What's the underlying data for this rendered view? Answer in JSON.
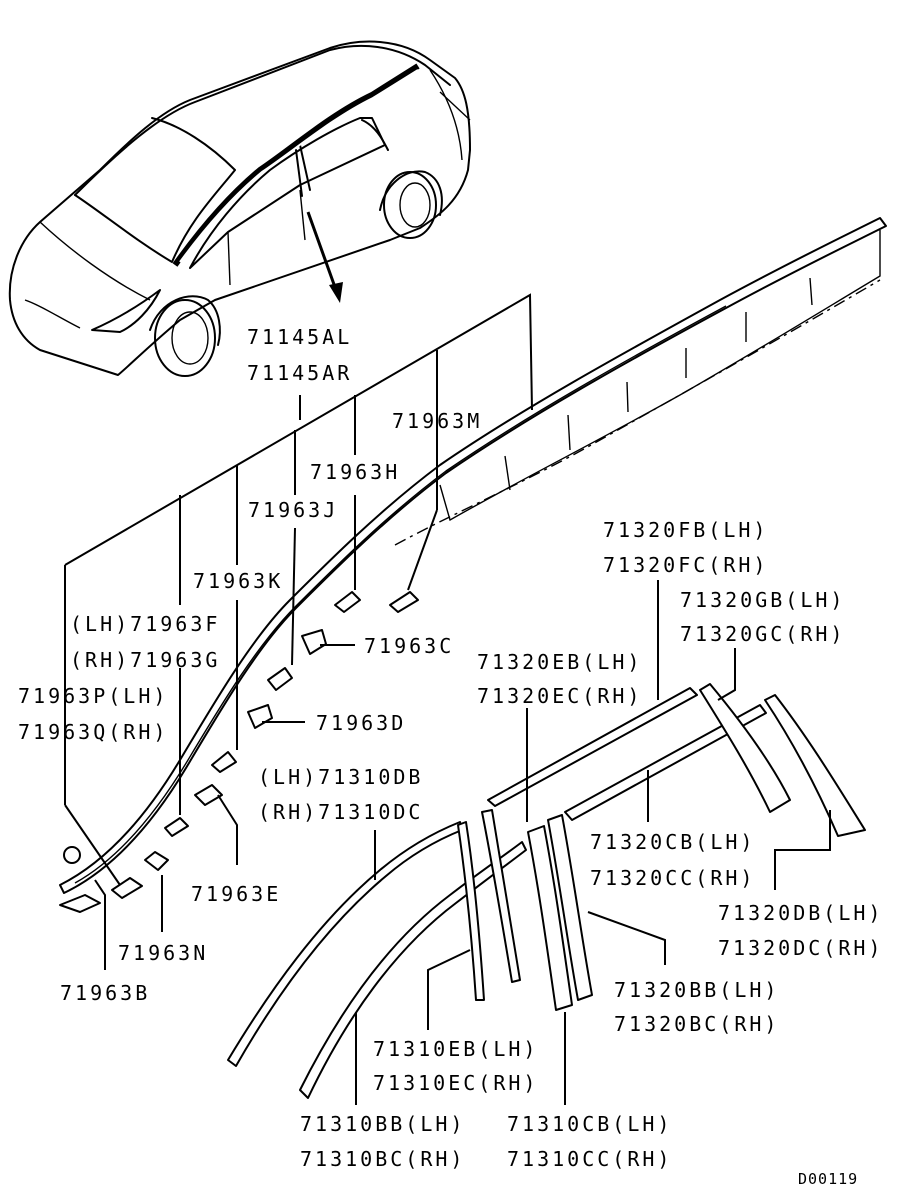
{
  "labels": {
    "p71145": [
      "71145AL",
      "71145AR"
    ],
    "p71963M": "71963M",
    "p71963H": "71963H",
    "p71963J": "71963J",
    "p71963K": "71963K",
    "p71963F": [
      "(LH)71963F",
      "(RH)71963G"
    ],
    "p71963P": [
      "71963P(LH)",
      "71963Q(RH)"
    ],
    "p71963C": "71963C",
    "p71963D": "71963D",
    "p71963E": "71963E",
    "p71963N": "71963N",
    "p71963B": "71963B",
    "p71310D": [
      "(LH)71310DB",
      "(RH)71310DC"
    ],
    "p71320F": [
      "71320FB(LH)",
      "71320FC(RH)"
    ],
    "p71320G": [
      "71320GB(LH)",
      "71320GC(RH)"
    ],
    "p71320E": [
      "71320EB(LH)",
      "71320EC(RH)"
    ],
    "p71320C": [
      "71320CB(LH)",
      "71320CC(RH)"
    ],
    "p71320D": [
      "71320DB(LH)",
      "71320DC(RH)"
    ],
    "p71320B": [
      "71320BB(LH)",
      "71320BC(RH)"
    ],
    "p71310E": [
      "71310EB(LH)",
      "71310EC(RH)"
    ],
    "p71310B": [
      "71310BB(LH)",
      "71310BC(RH)"
    ],
    "p71310C": [
      "71310CB(LH)",
      "71310CC(RH)"
    ]
  },
  "diagram_code": "D00119"
}
